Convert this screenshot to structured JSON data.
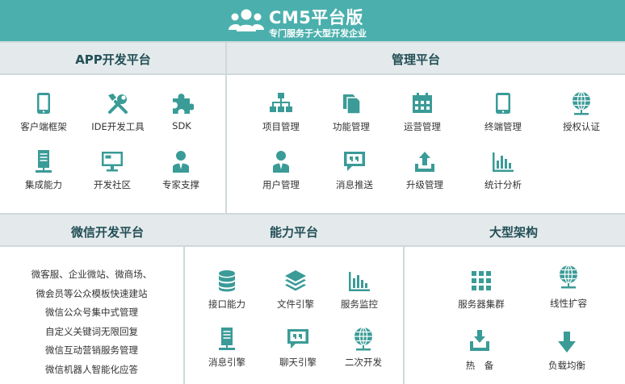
{
  "header": {
    "title": "CM5平台版",
    "subtitle": "专门服务于大型开发企业"
  },
  "colors": {
    "teal": "#4bb0ad",
    "icon": "#3a9b97",
    "band": "#e4eaeb",
    "background": "#cfd9da"
  },
  "sections": {
    "app": {
      "title": "APP开发平台",
      "items": [
        {
          "label": "客户端框架",
          "icon": "tablet-icon"
        },
        {
          "label": "IDE开发工具",
          "icon": "tools-icon"
        },
        {
          "label": "SDK",
          "icon": "puzzle-icon"
        },
        {
          "label": "集成能力",
          "icon": "server-icon"
        },
        {
          "label": "开发社区",
          "icon": "monitor-icon"
        },
        {
          "label": "专家支撑",
          "icon": "expert-icon"
        }
      ]
    },
    "management": {
      "title": "管理平台",
      "items": [
        {
          "label": "项目管理",
          "icon": "hierarchy-icon"
        },
        {
          "label": "功能管理",
          "icon": "documents-icon"
        },
        {
          "label": "运营管理",
          "icon": "calendar-icon"
        },
        {
          "label": "终端管理",
          "icon": "tablet-icon"
        },
        {
          "label": "授权认证",
          "icon": "globe-icon"
        },
        {
          "label": "用户管理",
          "icon": "user-icon"
        },
        {
          "label": "消息推送",
          "icon": "quote-icon"
        },
        {
          "label": "升级管理",
          "icon": "upload-icon"
        },
        {
          "label": "统计分析",
          "icon": "bar-chart-icon"
        }
      ]
    },
    "wechat": {
      "title": "微信开发平台",
      "lines": [
        "微客服、企业微站、微商场、",
        "微会员等公众模板快速建站",
        "微信公众号集中式管理",
        "自定义关键词无限回复",
        "微信互动营销服务管理",
        "微信机器人智能化应答"
      ]
    },
    "capability": {
      "title": "能力平台",
      "items": [
        {
          "label": "接口能力",
          "icon": "database-icon"
        },
        {
          "label": "文件引擎",
          "icon": "layers-icon"
        },
        {
          "label": "服务监控",
          "icon": "bar-chart-icon"
        },
        {
          "label": "消息引擎",
          "icon": "server-icon"
        },
        {
          "label": "聊天引擎",
          "icon": "quote-icon"
        },
        {
          "label": "二次开发",
          "icon": "globe-icon"
        }
      ]
    },
    "architecture": {
      "title": "大型架构",
      "items": [
        {
          "label": "服务器集群",
          "icon": "grid-icon"
        },
        {
          "label": "线性扩容",
          "icon": "globe-icon"
        },
        {
          "label": "热　备",
          "icon": "download-icon"
        },
        {
          "label": "负载均衡",
          "icon": "arrow-down-icon"
        }
      ]
    }
  }
}
